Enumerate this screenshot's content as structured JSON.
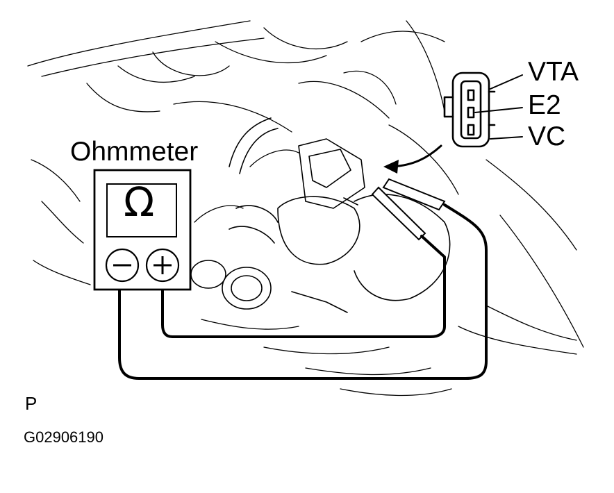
{
  "labels": {
    "ohmmeter": "Ohmmeter",
    "vta": "VTA",
    "e2": "E2",
    "vc": "VC",
    "view": "P",
    "figure_code": "G02906190"
  },
  "meter": {
    "display_symbol": "Ω",
    "minus_symbol": "−",
    "plus_symbol": "+"
  },
  "colors": {
    "line": "#000000",
    "background": "#ffffff"
  }
}
